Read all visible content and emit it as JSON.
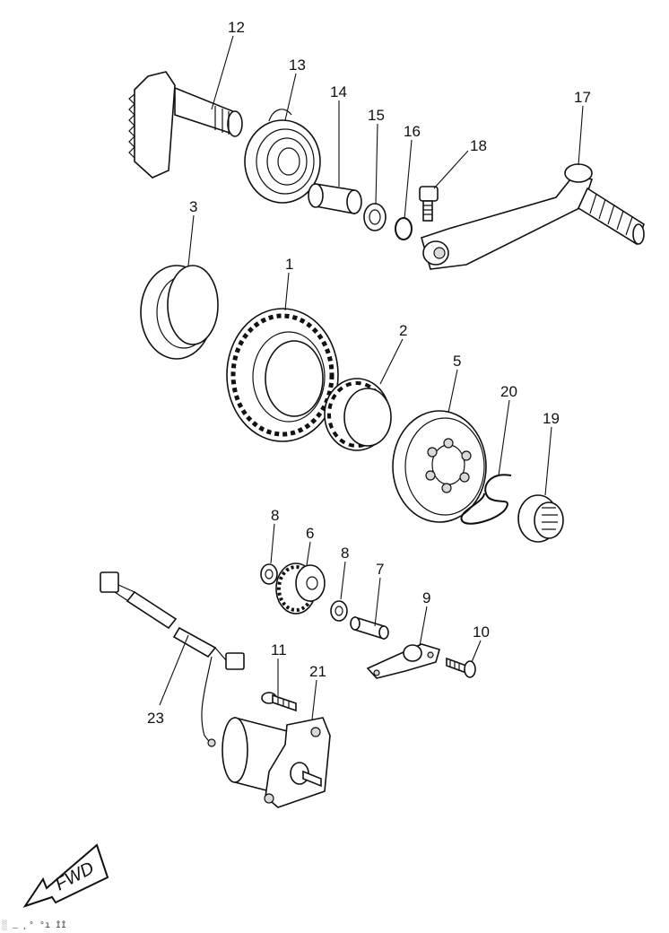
{
  "callouts": [
    {
      "id": "12",
      "text": "12"
    },
    {
      "id": "13",
      "text": "13"
    },
    {
      "id": "14",
      "text": "14"
    },
    {
      "id": "15",
      "text": "15"
    },
    {
      "id": "16",
      "text": "16"
    },
    {
      "id": "17",
      "text": "17"
    },
    {
      "id": "18",
      "text": "18"
    },
    {
      "id": "3",
      "text": "3"
    },
    {
      "id": "1",
      "text": "1"
    },
    {
      "id": "2",
      "text": "2"
    },
    {
      "id": "5",
      "text": "5"
    },
    {
      "id": "20",
      "text": "20"
    },
    {
      "id": "19",
      "text": "19"
    },
    {
      "id": "8a",
      "text": "8"
    },
    {
      "id": "6",
      "text": "6"
    },
    {
      "id": "8b",
      "text": "8"
    },
    {
      "id": "7",
      "text": "7"
    },
    {
      "id": "9",
      "text": "9"
    },
    {
      "id": "10",
      "text": "10"
    },
    {
      "id": "11",
      "text": "11"
    },
    {
      "id": "21",
      "text": "21"
    },
    {
      "id": "23",
      "text": "23"
    }
  ],
  "direction_marker": {
    "text": "FWD"
  },
  "footer_code": {
    "text": "░ _ ¸° °ı İİ"
  },
  "colors": {
    "line": "#111111",
    "shade": "#d9d9d9",
    "background": "#ffffff"
  }
}
